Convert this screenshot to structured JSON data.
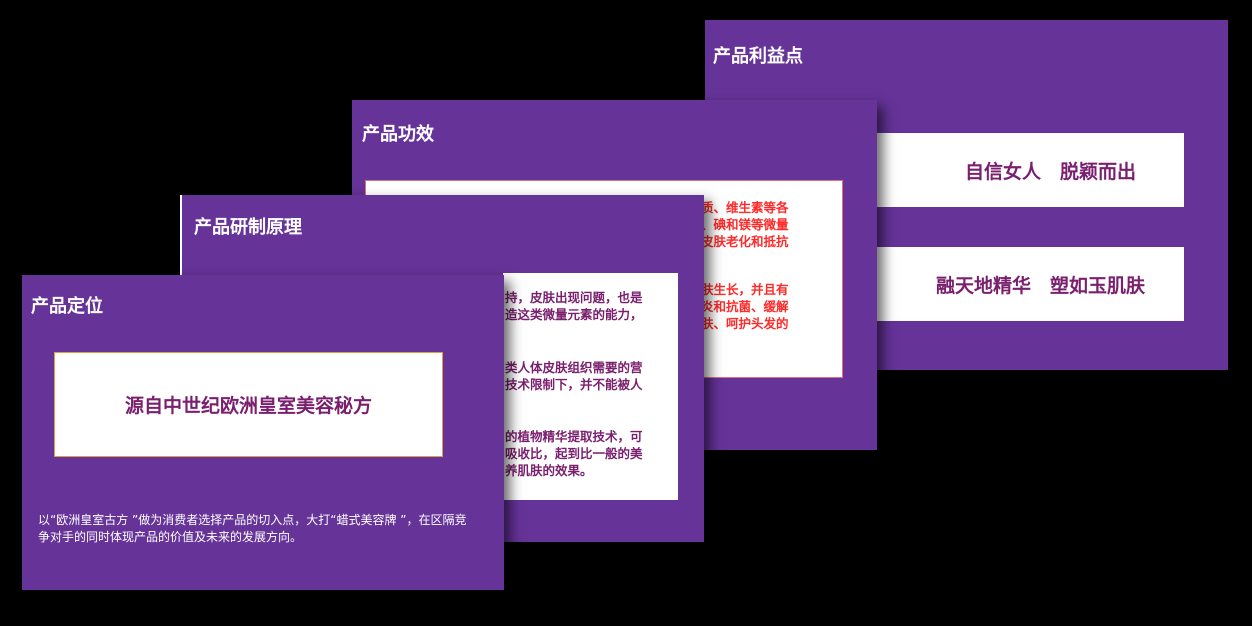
{
  "slides": [
    {
      "title": "产品利益点",
      "boxes": [
        "自信女人　脱颖而出",
        "融天地精华　塑如玉肌肤"
      ]
    },
    {
      "title": "产品功效",
      "lines_a": [
        "质、维生素等各",
        "、碘和镁等微量",
        "皮肤老化和抵抗"
      ],
      "lines_b": [
        "肤生长，并且有",
        "炎和抗菌、缓解",
        "肤、呵护头发的"
      ]
    },
    {
      "title": "产品研制原理",
      "lines": [
        "持，皮肤出现问题，也是",
        "造这类微量元素的能力，",
        "类人体皮肤组织需要的营",
        "技术限制下，并不能被人",
        "的植物精华提取技术，可",
        "吸收比，起到比一般的美",
        "养肌肤的效果。"
      ]
    },
    {
      "title": "产品定位",
      "headline": "源自中世纪欧洲皇室美容秘方",
      "body": "以“欧洲皇室古方 ”做为消费者选择产品的切入点，大打“蜡式美容牌 ”，在区隔竞争对手的同时体现产品的价值及未来的发展方向。"
    }
  ]
}
